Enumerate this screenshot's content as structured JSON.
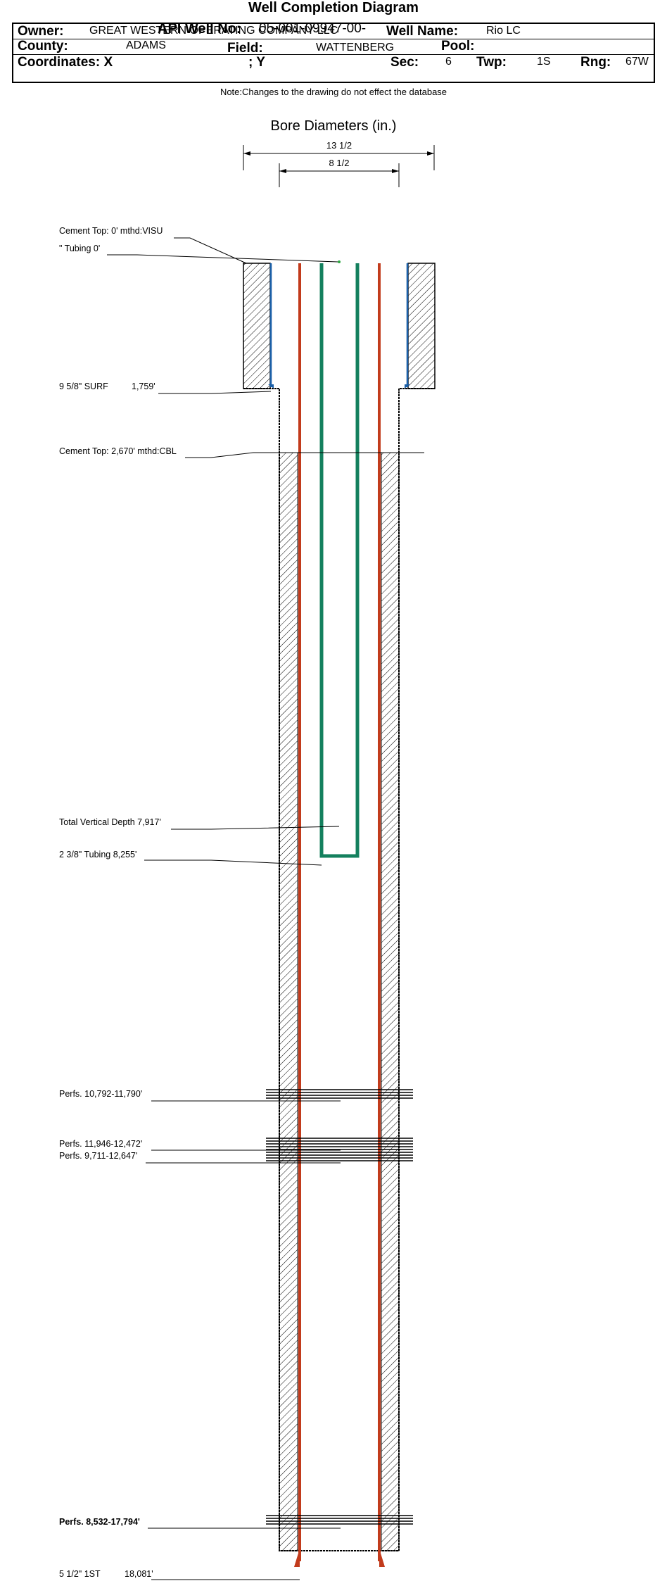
{
  "header": {
    "title": "Well Completion Diagram",
    "api_label": "API Well No:",
    "api_value": "05-001-09947-00-",
    "owner_label": "Owner:",
    "owner_value": "GREAT WESTERN OPERATING COMPANY LLC",
    "well_name_label": "Well Name:",
    "well_name_value": "Rio LC",
    "county_label": "County:",
    "county_value": "ADAMS",
    "field_label": "Field:",
    "field_value": "WATTENBERG",
    "pool_label": "Pool:",
    "pool_value": "",
    "coord_label": "Coordinates: X",
    "y_label": "; Y",
    "sec_label": "Sec:",
    "sec_value": "6",
    "twp_label": "Twp:",
    "twp_value": "1S",
    "rng_label": "Rng:",
    "rng_value": "67W",
    "note": "Note:Changes to the drawing do not effect the database"
  },
  "diagram": {
    "bore_title": "Bore Diameters (in.)",
    "bore_outer": "13 1/2",
    "bore_inner": "8 1/2",
    "colors": {
      "casing": "#c23b1c",
      "tubing": "#14805e",
      "surface_casing": "#1a5fa8",
      "cement_hatch": "#000000"
    },
    "annotations": {
      "cement_top_surface": "Cement Top: 0' mthd:VISU",
      "tubing_top": "\" Tubing 0'",
      "surf_casing": "9 5/8\" SURF",
      "surf_depth": "1,759'",
      "cement_top_prod": "Cement Top: 2,670' mthd:CBL",
      "tvd": "Total Vertical Depth 7,917'",
      "tubing_depth": "2 3/8\" Tubing 8,255'",
      "perfs_1": "Perfs. 10,792-11,790'",
      "perfs_2": "Perfs. 11,946-12,472'",
      "perfs_3": "Perfs. 9,711-12,647'",
      "perfs_4": "Perfs. 8,532-17,794'",
      "prod_casing": "5 1/2\" 1ST",
      "prod_depth": "18,081'"
    }
  }
}
